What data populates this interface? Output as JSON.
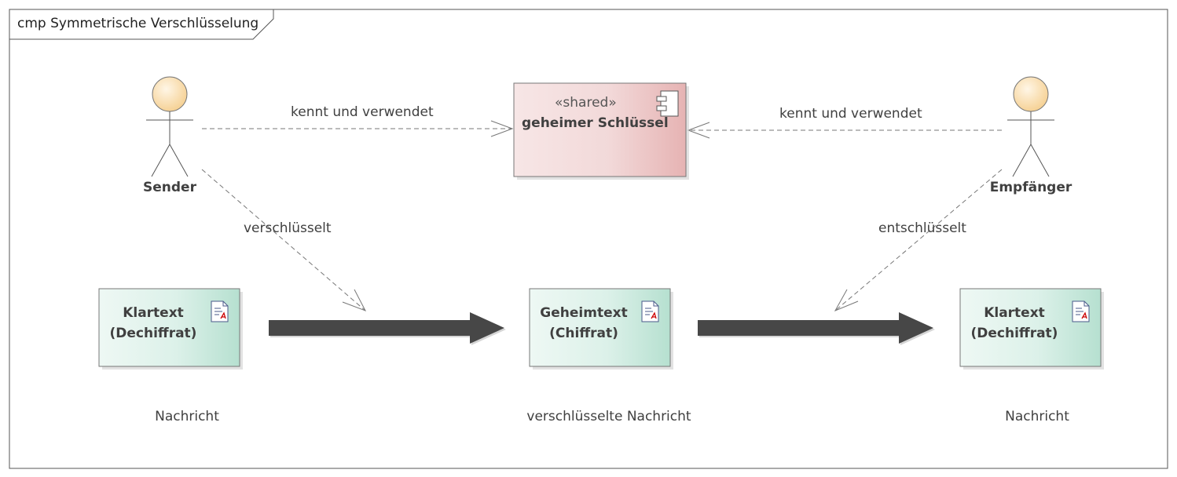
{
  "frame": {
    "title": "cmp Symmetrische Verschlüsselung"
  },
  "actors": {
    "sender": {
      "name": "Sender"
    },
    "receiver": {
      "name": "Empfänger"
    }
  },
  "component": {
    "stereotype": "«shared»",
    "name": "geheimer Schlüssel"
  },
  "artifacts": [
    {
      "line1": "Klartext",
      "line2": "(Dechiffrat)",
      "caption": "Nachricht"
    },
    {
      "line1": "Geheimtext",
      "line2": "(Chiffrat)",
      "caption": "verschlüsselte Nachricht"
    },
    {
      "line1": "Klartext",
      "line2": "(Dechiffrat)",
      "caption": "Nachricht"
    }
  ],
  "relations": {
    "sender_key": "kennt und verwendet",
    "receiver_key": "kennt und verwendet",
    "encrypt": "verschlüsselt",
    "decrypt": "entschlüsselt"
  },
  "colors": {
    "actor_head": "#f9d9a3",
    "component_fill": "#e9b8b8",
    "artifact_fill": "#b9e1d2",
    "arrow": "#474747"
  }
}
